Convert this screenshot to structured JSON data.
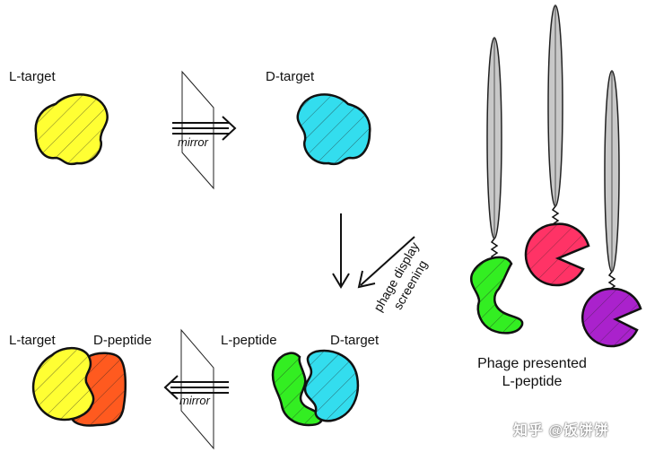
{
  "labels": {
    "l_target_top": "L-target",
    "d_target_top": "D-target",
    "mirror_top": "mirror",
    "screening_line1": "phage display",
    "screening_line2": "screening",
    "phage_caption_line1": "Phage presented",
    "phage_caption_line2": "L-peptide",
    "l_target_bottom": "L-target",
    "d_peptide_bottom": "D-peptide",
    "l_peptide_bottom": "L-peptide",
    "d_target_bottom": "D-target",
    "mirror_bottom": "mirror"
  },
  "watermark": "知乎 @饭饼饼",
  "colors": {
    "l_target": "#ffff33",
    "d_target": "#33ddee",
    "d_peptide": "#ff5a1f",
    "l_peptide": "#33ee22",
    "pink_peptide": "#ff3366",
    "purple_peptide": "#aa22cc",
    "phage_body": "#c8c8c8"
  }
}
